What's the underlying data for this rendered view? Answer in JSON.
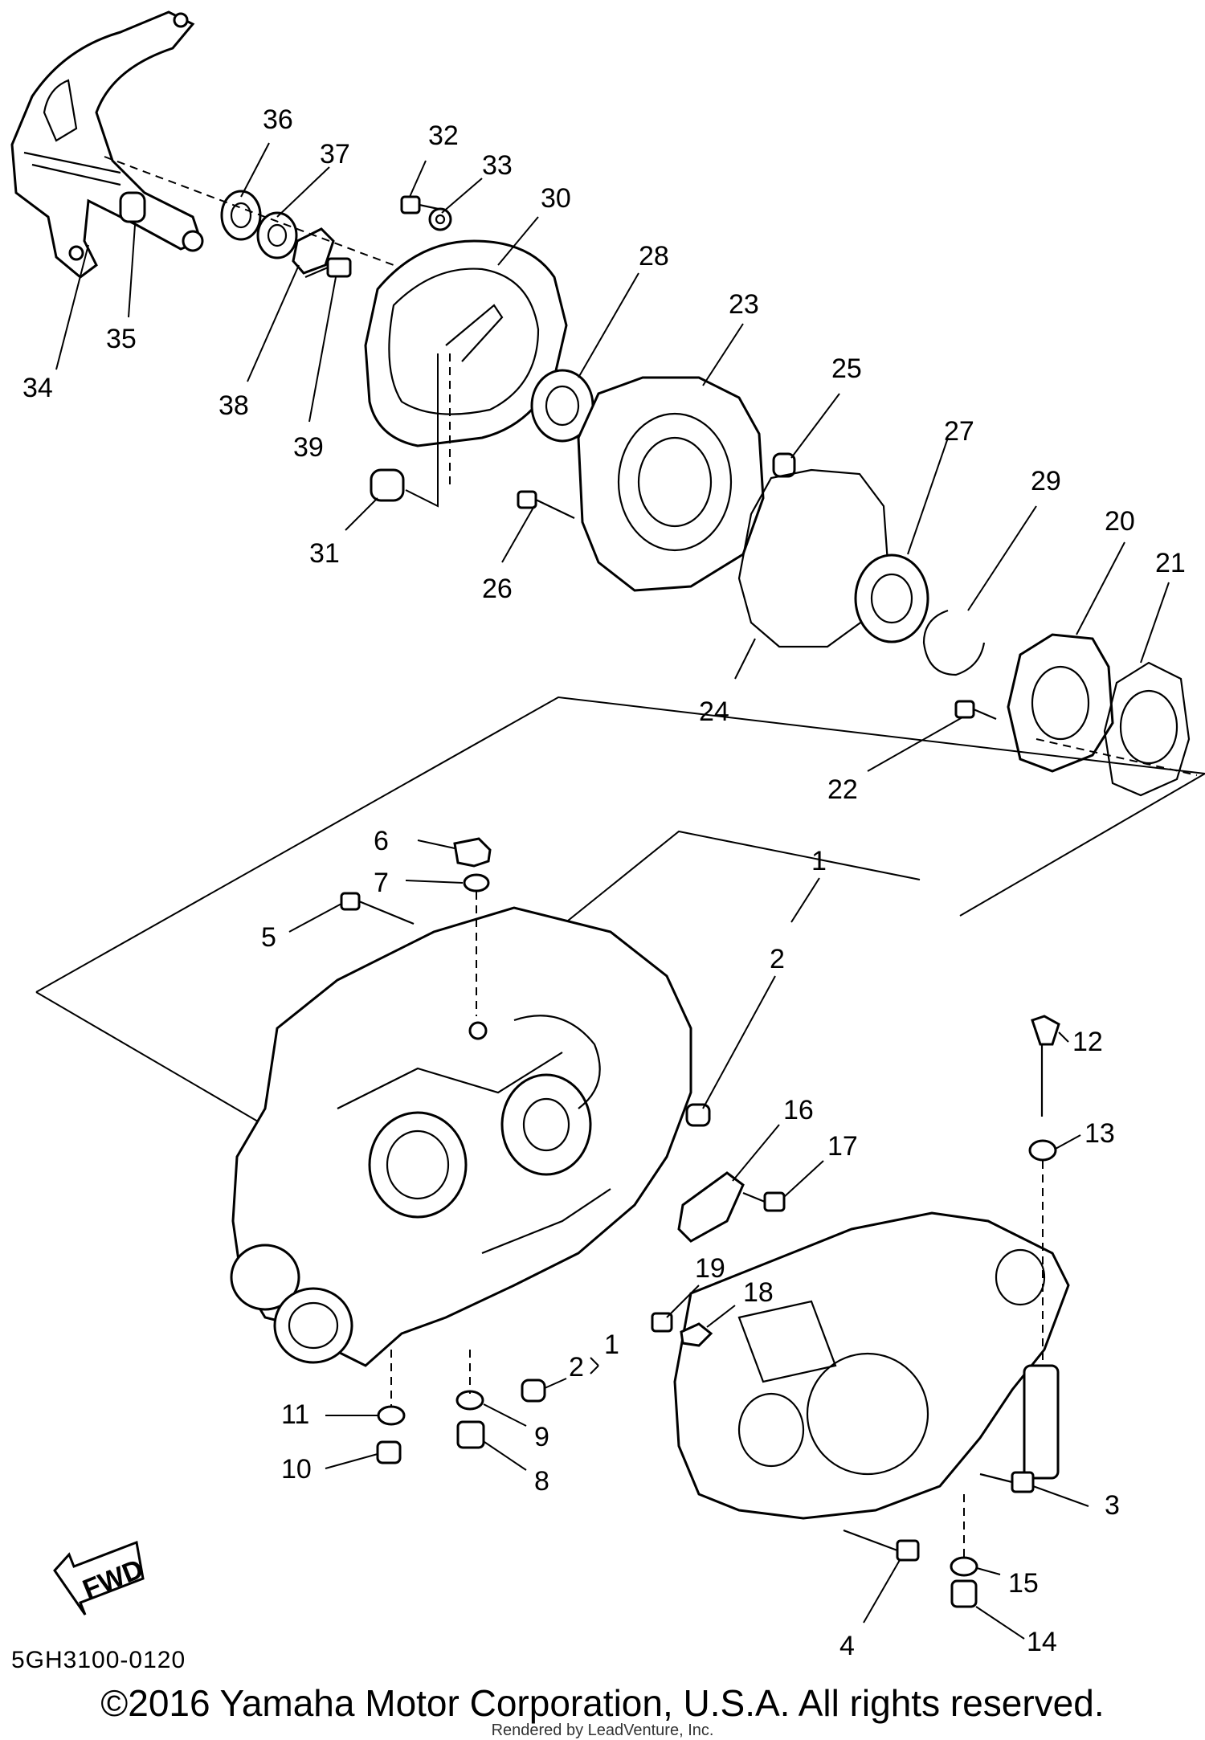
{
  "diagram": {
    "callouts": {
      "n36": "36",
      "n37": "37",
      "n32": "32",
      "n33": "33",
      "n30": "30",
      "n28": "28",
      "n23": "23",
      "n25": "25",
      "n27": "27",
      "n29": "29",
      "n20": "20",
      "n21": "21",
      "n34": "34",
      "n35": "35",
      "n38": "38",
      "n39": "39",
      "n31": "31",
      "n26": "26",
      "n24": "24",
      "n22": "22",
      "n6": "6",
      "n7": "7",
      "n5": "5",
      "n1a": "1",
      "n2a": "2",
      "n16": "16",
      "n17": "17",
      "n12": "12",
      "n13": "13",
      "n19": "19",
      "n18": "18",
      "n1b": "1",
      "n2b": "2",
      "n11": "11",
      "n9": "9",
      "n10": "10",
      "n8": "8",
      "n3": "3",
      "n15": "15",
      "n4": "4",
      "n14": "14"
    },
    "fwd_label": "FWD",
    "diagram_code": "5GH3100-0120"
  },
  "footer": {
    "copyright": "©2016 Yamaha Motor Corporation, U.S.A. All rights reserved.",
    "rendered_by": "Rendered by LeadVenture, Inc."
  }
}
